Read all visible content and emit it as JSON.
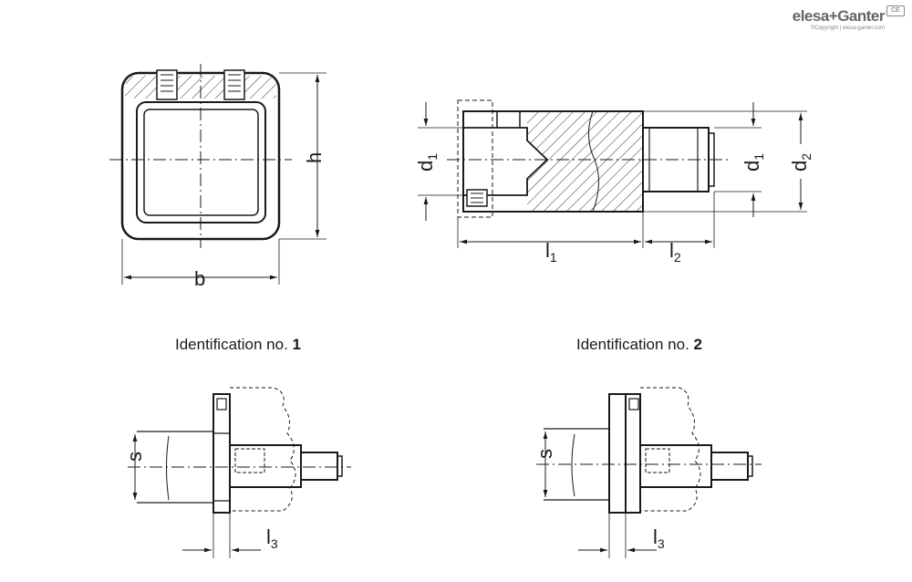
{
  "brand": {
    "name": "elesa+Ganter",
    "copyright": "©Copyright | elesa-ganter.com",
    "mark": "CE"
  },
  "identifications": [
    {
      "label": "Identification no. ",
      "number": "1"
    },
    {
      "label": "Identification no. ",
      "number": "2"
    }
  ],
  "dimensions": {
    "b": "b",
    "h": "h",
    "d1": {
      "base": "d",
      "sub": "1"
    },
    "d2": {
      "base": "d",
      "sub": "2"
    },
    "l1": {
      "base": "l",
      "sub": "1"
    },
    "l2": {
      "base": "l",
      "sub": "2"
    },
    "l3": {
      "base": "l",
      "sub": "3"
    },
    "s": "s"
  }
}
